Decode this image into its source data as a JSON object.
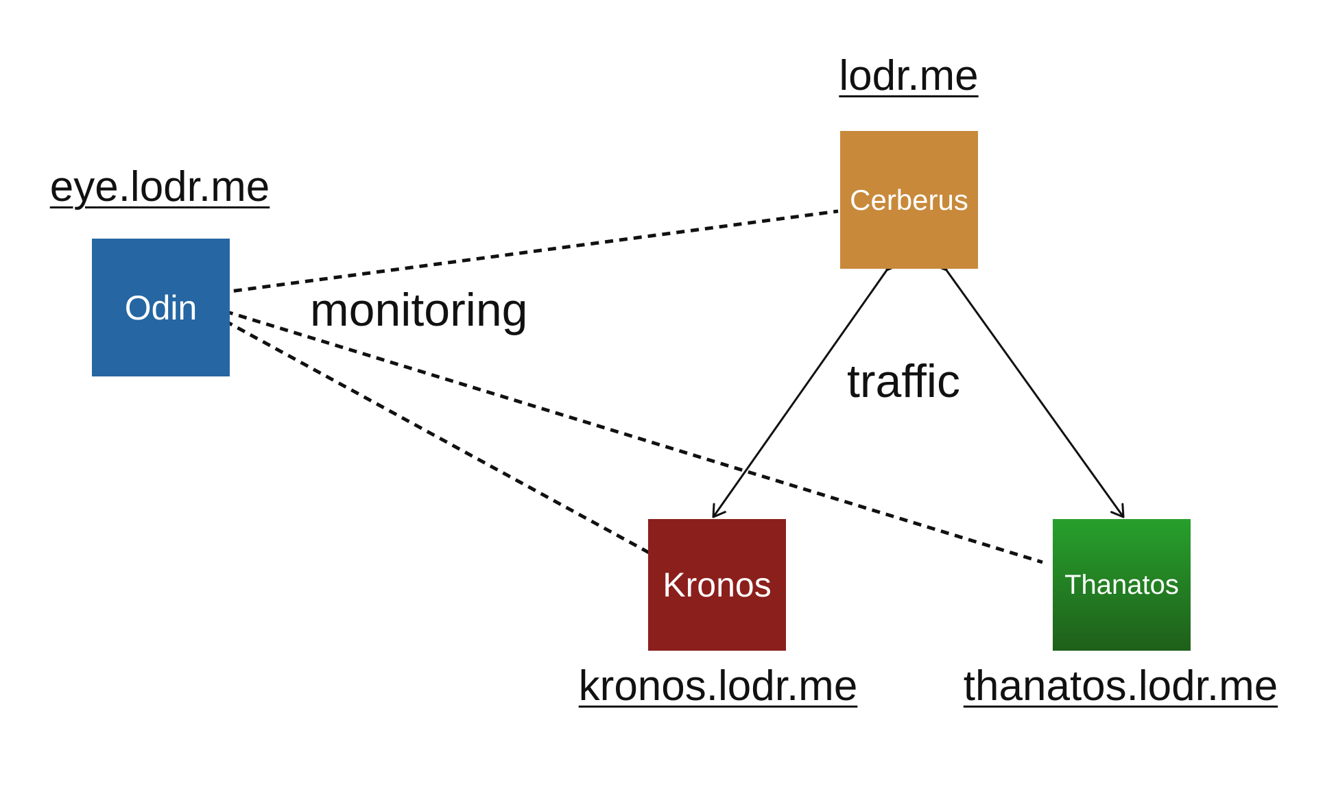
{
  "nodes": {
    "odin": "Odin",
    "cerberus": "Cerberus",
    "kronos": "Kronos",
    "thanatos": "Thanatos"
  },
  "hosts": {
    "odin": "eye.lodr.me",
    "cerberus": "lodr.me",
    "kronos": "kronos.lodr.me",
    "thanatos": "thanatos.lodr.me"
  },
  "edges": {
    "monitoring": "monitoring",
    "traffic": "traffic"
  },
  "colors": {
    "odin": "#2566a3",
    "cerberus": "#c8893b",
    "kronos": "#8b1f1c",
    "thanatos": "#238a26",
    "line": "#111111"
  }
}
